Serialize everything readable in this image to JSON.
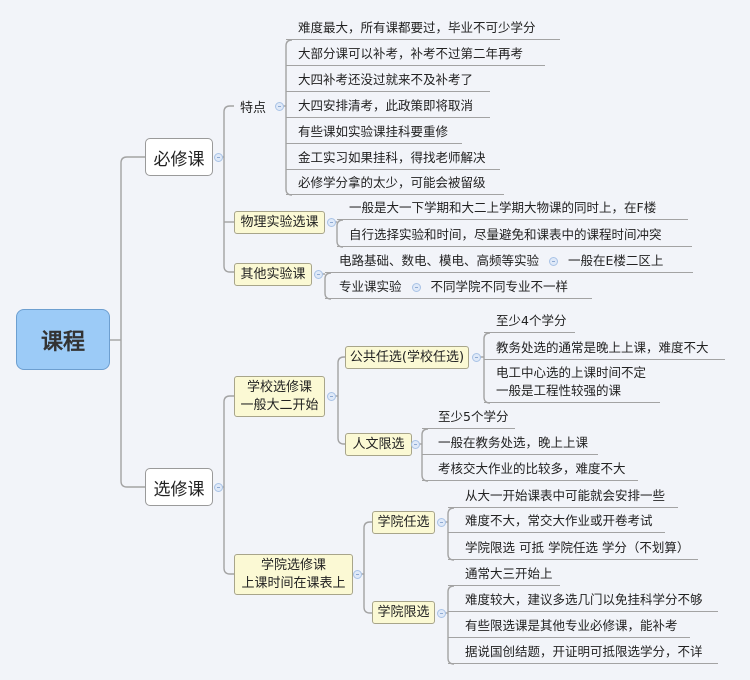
{
  "root": "课程",
  "required": {
    "label": "必修课",
    "features": {
      "label": "特点",
      "items": [
        "难度最大，所有课都要过，毕业不可少学分",
        "大部分课可以补考，补考不过第二年再考",
        "大四补考还没过就来不及补考了",
        "大四安排清考，此政策即将取消",
        "有些课如实验课挂科要重修",
        "金工实习如果挂科，得找老师解决",
        "必修学分拿的太少，可能会被留级"
      ]
    },
    "physics_lab": {
      "label": "物理实验选课",
      "items": [
        "一般是大一下学期和大二上学期大物课的同时上，在F楼",
        "自行选择实验和时间，尽量避免和课表中的课程时间冲突"
      ]
    },
    "other_lab": {
      "label": "其他实验课",
      "items": [
        {
          "label": "电路基础、数电、模电、高频等实验",
          "child": "一般在E楼二区上"
        },
        {
          "label": "专业课实验",
          "child": "不同学院不同专业不一样"
        }
      ]
    }
  },
  "elective": {
    "label": "选修课",
    "school": {
      "label_line1": "学校选修课",
      "label_line2": "一般大二开始",
      "public": {
        "label": "公共任选(学校任选)",
        "items": [
          "至少4个学分",
          "教务处选的通常是晚上上课，难度不大"
        ],
        "item3_line1": "电工中心选的上课时间不定",
        "item3_line2": "一般是工程性较强的课"
      },
      "humanities": {
        "label": "人文限选",
        "items": [
          "至少5个学分",
          "一般在教务处选，晚上上课",
          "考核交大作业的比较多，难度不大"
        ]
      }
    },
    "college": {
      "label_line1": "学院选修课",
      "label_line2": "上课时间在课表上",
      "optional": {
        "label": "学院任选",
        "items": [
          "从大一开始课表中可能就会安排一些",
          "难度不大，常交大作业或开卷考试",
          "学院限选 可抵 学院任选 学分（不划算）"
        ]
      },
      "limited": {
        "label": "学院限选",
        "items": [
          "通常大三开始上",
          "难度较大，建议多选几门以免挂科学分不够",
          "有些限选课是其他专业必修课，能补考",
          "据说国创结题，开证明可抵限选学分，不详"
        ]
      }
    }
  }
}
